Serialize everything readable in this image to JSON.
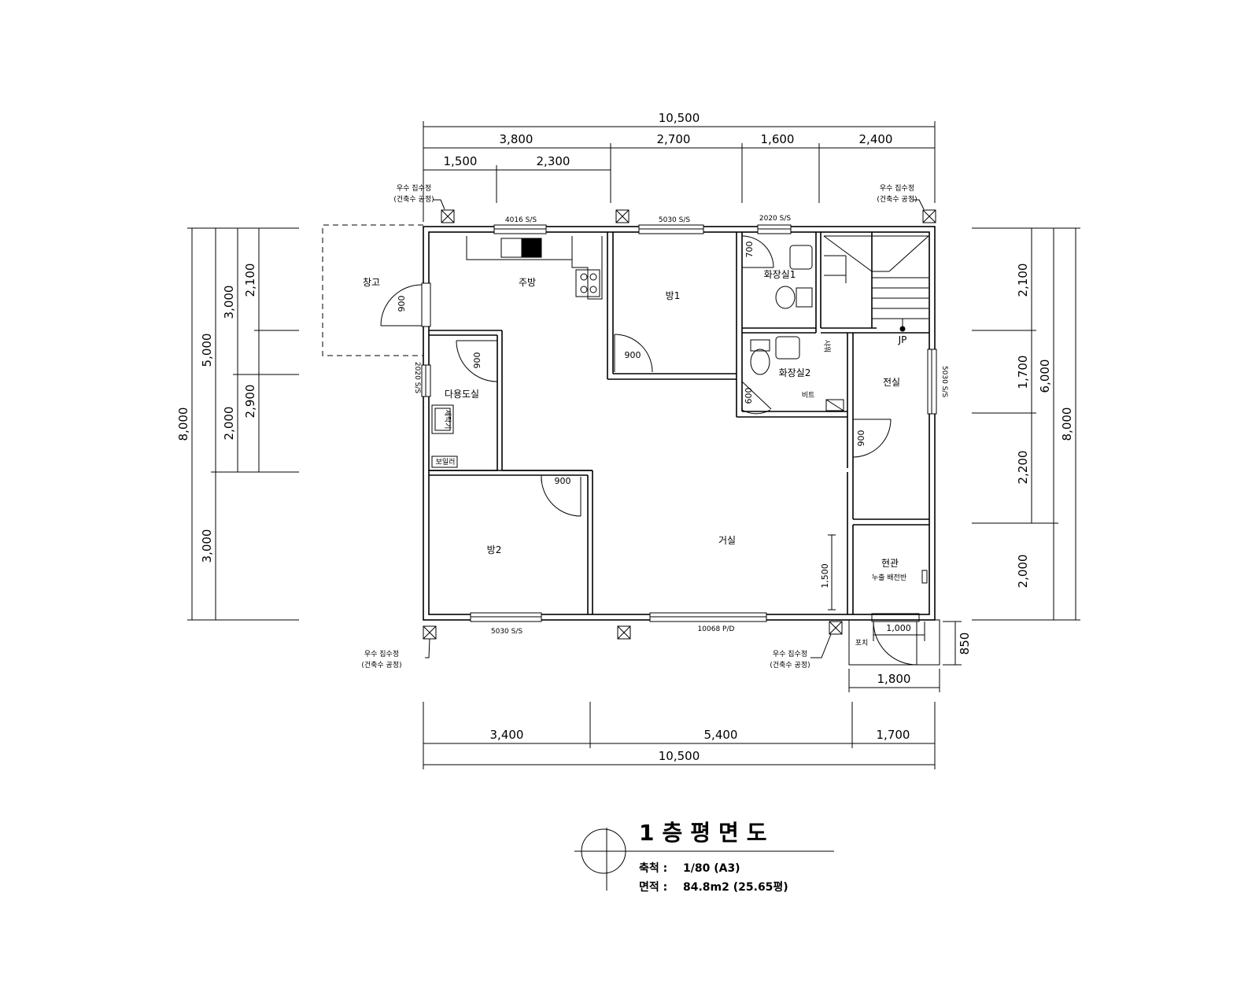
{
  "dims": {
    "top_total": "10,500",
    "top_1": "3,800",
    "top_2": "2,700",
    "top_3": "1,600",
    "top_4": "2,400",
    "top_a": "1,500",
    "top_b": "2,300",
    "bottom_total": "10,500",
    "bottom_1": "3,400",
    "bottom_2": "5,400",
    "bottom_3": "1,700",
    "left_total": "8,000",
    "left_5000": "5,000",
    "left_3000b": "3,000",
    "left_3000": "3,000",
    "left_2000": "2,000",
    "left_2100": "2,100",
    "left_2900": "2,900",
    "right_2100": "2,100",
    "right_1700": "1,700",
    "right_2200": "2,200",
    "right_2000": "2,000",
    "right_6000": "6,000",
    "right_8000": "8,000",
    "porch_1000": "1,000",
    "porch_850": "850",
    "porch_1800": "1,800",
    "liv_1500": "1,500"
  },
  "doors": {
    "d900": "900",
    "d700": "700",
    "d600": "600"
  },
  "windows": {
    "w_top1": "4016 S/S",
    "w_top2": "5030 S/S",
    "w_top3": "2020 S/S",
    "w_left": "2020 S/S",
    "w_right": "5030 S/S",
    "w_bot1": "5030 S/S",
    "w_bot2": "10068 P/D"
  },
  "rooms": {
    "kitchen": "주방",
    "room1": "방1",
    "bath1": "화장실1",
    "bath2": "화장실2",
    "utility": "다용도실",
    "washer": "세탁기",
    "boiler": "보일러",
    "living": "거실",
    "room2": "방2",
    "hall": "현관",
    "front": "전실",
    "jp": "JP",
    "shower": "샤워",
    "bite": "비트",
    "storage": "창고",
    "porch": "포치",
    "panel": "누출 배전반"
  },
  "drains": {
    "line1": "우수 집수정",
    "line2": "(건축수 공정)"
  },
  "title": {
    "name": "1층평면도",
    "scale_label": "축척 :",
    "scale_value": "1/80 (A3)",
    "area_label": "면적 :",
    "area_value": "84.8m2 (25.65평)"
  }
}
